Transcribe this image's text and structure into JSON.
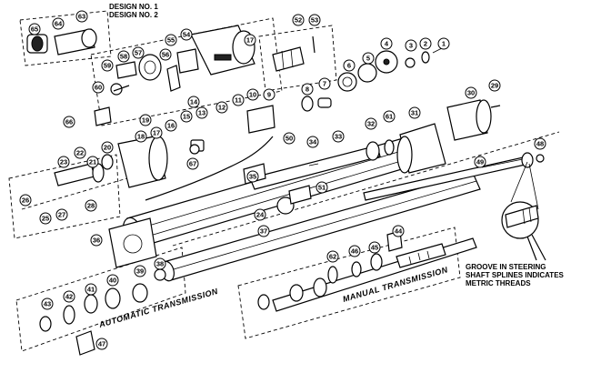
{
  "labels": {
    "design_1": "DESIGN NO. 1",
    "design_2": "DESIGN NO. 2",
    "automatic": "AUTOMATIC TRANSMISSION",
    "manual": "MANUAL TRANSMISSION",
    "groove_1": "GROOVE IN STEERING",
    "groove_2": "SHAFT SPLINES INDICATES",
    "groove_3": "METRIC THREADS"
  },
  "callouts": [
    "1",
    "2",
    "3",
    "4",
    "5",
    "6",
    "7",
    "8",
    "9",
    "10",
    "11",
    "12",
    "13",
    "14",
    "15",
    "16",
    "17",
    "17",
    "18",
    "19",
    "20",
    "21",
    "22",
    "23",
    "24",
    "25",
    "26",
    "27",
    "28",
    "29",
    "30",
    "31",
    "32",
    "33",
    "34",
    "35",
    "36",
    "37",
    "38",
    "39",
    "40",
    "41",
    "42",
    "43",
    "44",
    "45",
    "46",
    "47",
    "48",
    "49",
    "50",
    "51",
    "52",
    "53",
    "54",
    "55",
    "56",
    "57",
    "58",
    "59",
    "60",
    "61",
    "62",
    "63",
    "64",
    "65",
    "66",
    "67"
  ]
}
